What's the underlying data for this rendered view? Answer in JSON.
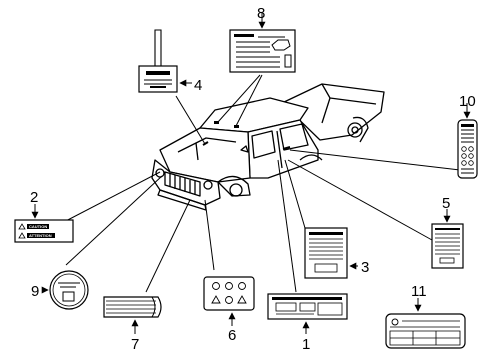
{
  "diagram": {
    "callouts": [
      "1",
      "2",
      "3",
      "4",
      "5",
      "6",
      "7",
      "8",
      "9",
      "10",
      "11"
    ],
    "label2_lines": [
      "CAUTION",
      "ATTENTION"
    ]
  }
}
